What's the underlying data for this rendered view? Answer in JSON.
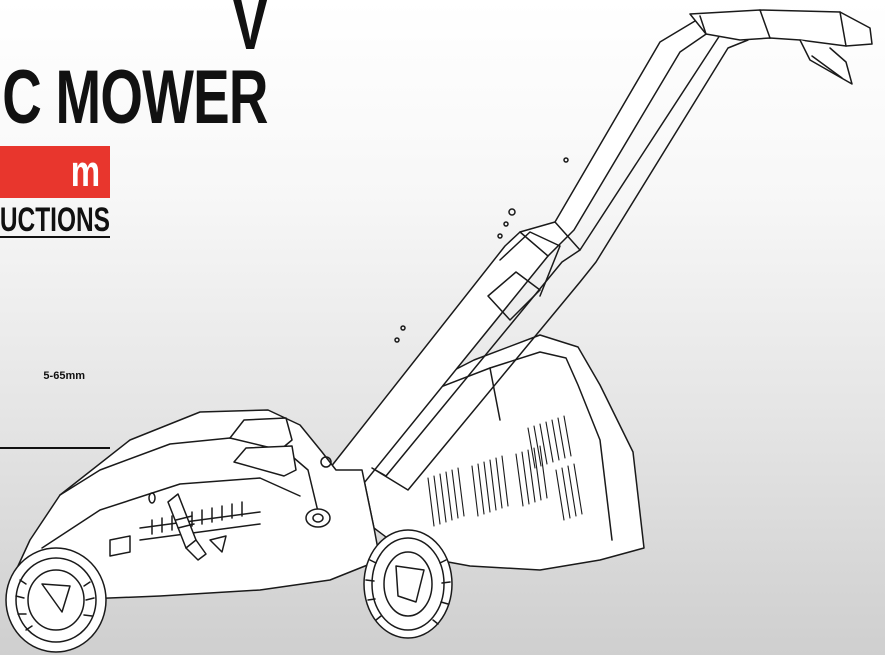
{
  "cover": {
    "title_line1": "V",
    "title_line2": "C MOWER",
    "size_band": "m",
    "instructions": "UCTIONS",
    "spec_text": "5-65mm"
  },
  "colors": {
    "accent_red": "#e8362d",
    "text": "#111111",
    "line_art": "#1a1a1a"
  },
  "illustration": {
    "subject": "mower-illustration"
  }
}
